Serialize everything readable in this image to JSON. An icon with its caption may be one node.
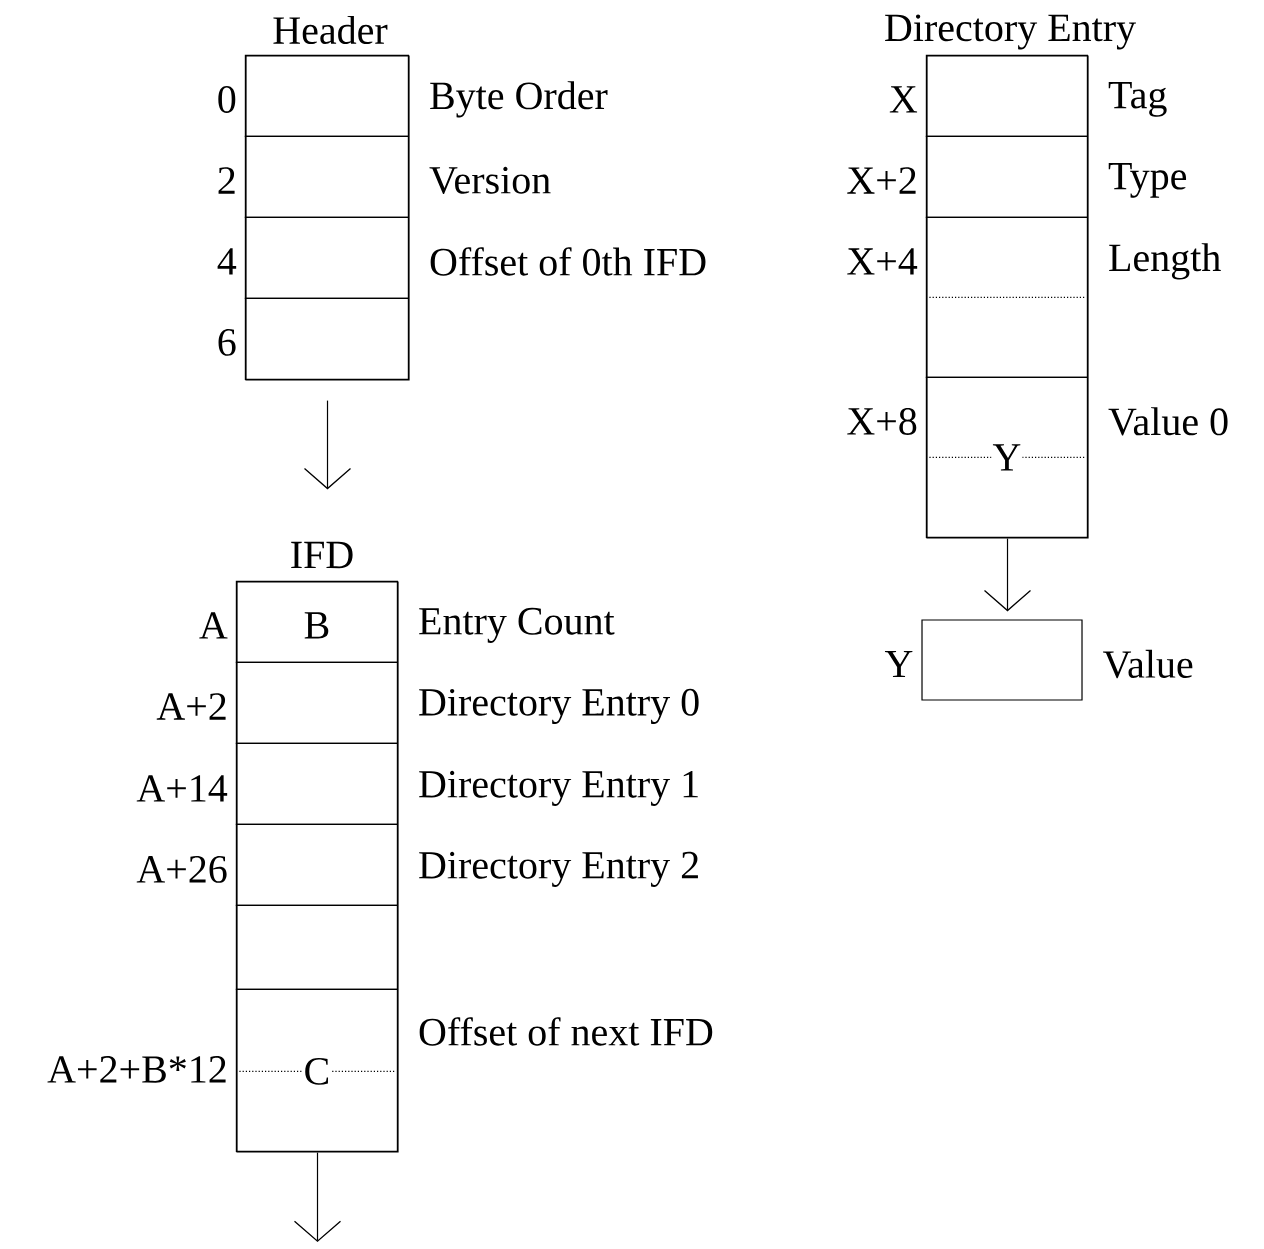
{
  "diagram": {
    "nodes": [
      {
        "text": [
          "Header"
        ]
      },
      {
        "text": [],
        "shape": "box",
        "in": 0,
        "beside": [
          "0",
          "Byte Order"
        ]
      },
      {
        "text": [],
        "shape": "box",
        "in": 0,
        "beside": [
          "2",
          "Version"
        ]
      },
      {
        "text": [],
        "shape": "box",
        "in": 0,
        "beside": [
          "4",
          "Offset of 0th IFD"
        ]
      },
      {
        "text": [],
        "shape": "box",
        "in": 0,
        "beside": [
          "6"
        ]
      },
      {
        "text": [
          "Directory Entry"
        ]
      },
      {
        "text": [],
        "shape": "box",
        "in": 5,
        "beside": [
          "X",
          "Tag"
        ]
      },
      {
        "text": [],
        "shape": "box",
        "in": 5,
        "beside": [
          "X+2",
          "Type"
        ]
      },
      {
        "text": [],
        "shape": "box",
        "in": 5,
        "beside": [
          "X+4",
          "Length"
        ]
      },
      {
        "text": [
          "Y"
        ],
        "in": 5,
        "beside": [
          "X+8",
          "Value 0"
        ]
      },
      {
        "text": [],
        "shape": "box",
        "beside": [
          "Y",
          "Value"
        ]
      },
      {
        "text": [
          "IFD"
        ]
      },
      {
        "text": [
          "B"
        ],
        "in": 11,
        "beside": [
          "A",
          "Entry Count"
        ]
      },
      {
        "text": [],
        "shape": "box",
        "in": 11,
        "beside": [
          "A+2",
          "Directory Entry 0"
        ]
      },
      {
        "text": [],
        "shape": "box",
        "in": 11,
        "beside": [
          "A+14",
          "Directory Entry 1"
        ]
      },
      {
        "text": [],
        "shape": "box",
        "in": 11,
        "beside": [
          "A+26",
          "Directory Entry 2"
        ]
      },
      {
        "text": [],
        "shape": "box",
        "in": 11
      },
      {
        "text": [
          "C"
        ],
        "in": 11,
        "beside": [
          "A+2+B*12",
          "Offset of next IFD"
        ]
      }
    ],
    "edges": [
      {
        "from": 0,
        "to": 11,
        "arrow": "to"
      },
      {
        "from": 5,
        "to": 10,
        "arrow": "to"
      },
      {
        "from": 11,
        "to": null,
        "arrow": "to"
      }
    ]
  }
}
